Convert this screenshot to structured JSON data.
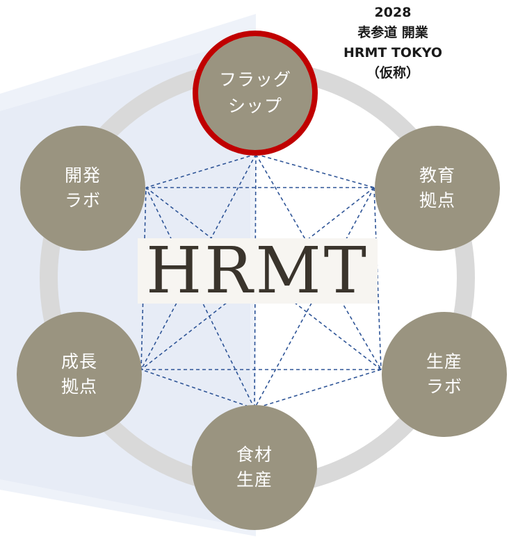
{
  "colors": {
    "node_fill": "#9a9480",
    "flagship_border": "#c00000",
    "ring": "#d9d9d9",
    "connector": "#2f5597",
    "backdrop": "#eef1f8"
  },
  "logo": {
    "text": "HRMT"
  },
  "announcement": {
    "year": "2028",
    "location": "表参道 開業",
    "name": "HRMT TOKYO",
    "note": "（仮称）"
  },
  "nodes": {
    "flagship": "フラッグ\nシップ",
    "education": "教育\n拠点",
    "development": "開発\nラボ",
    "growth": "成長\n拠点",
    "production_lab": "生産\nラボ",
    "food": "食材\n生産"
  }
}
